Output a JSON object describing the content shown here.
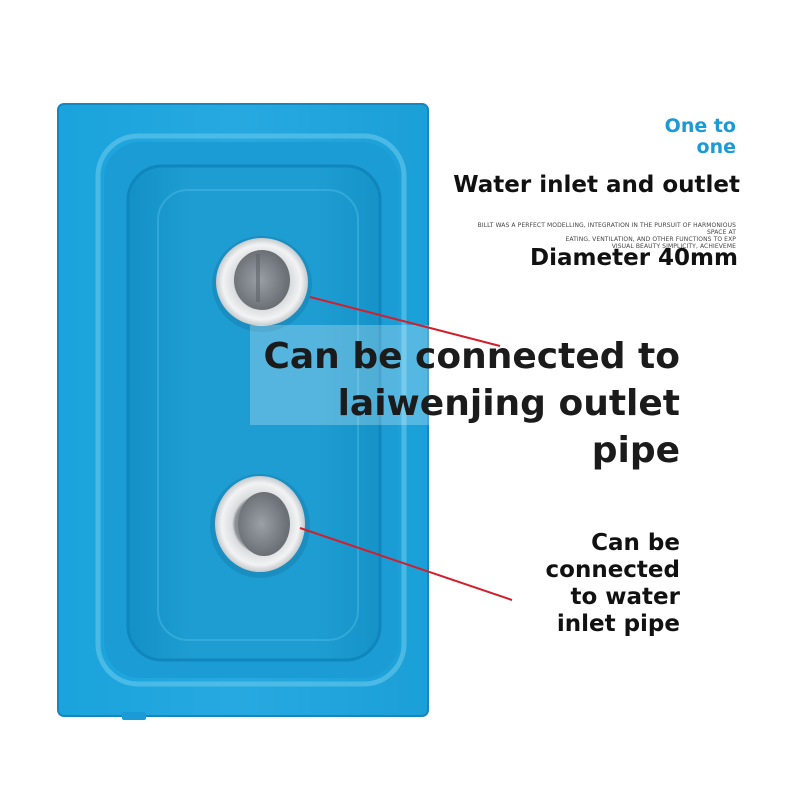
{
  "header": {
    "one_to_line1": "One to",
    "one_to_line2": "one",
    "title": "Water inlet and outlet",
    "fine_print_line1": "BILLT WAS A PERFECT MODELLING, INTEGRATION IN THE PURSUIT OF HARMONIOUS SPACE AT",
    "fine_print_line2": "EATING, VENTILATION, AND OTHER FUNCTIONS TO EXP",
    "fine_print_line3": "VISUAL BEAUTY SIMPLICITY, ACHIEVEME",
    "diameter": "Diameter 40mm"
  },
  "callouts": {
    "outlet_line1": "Can be connected to",
    "outlet_line2": "laiwenjing outlet pipe",
    "inlet_line1": "Can be",
    "inlet_line2": "connected",
    "inlet_line3": "to water",
    "inlet_line4": "inlet pipe"
  },
  "colors": {
    "panel_blue": "#1e9fd6",
    "accent_blue": "#1a9ad6",
    "leader_line": "#d0202e"
  }
}
